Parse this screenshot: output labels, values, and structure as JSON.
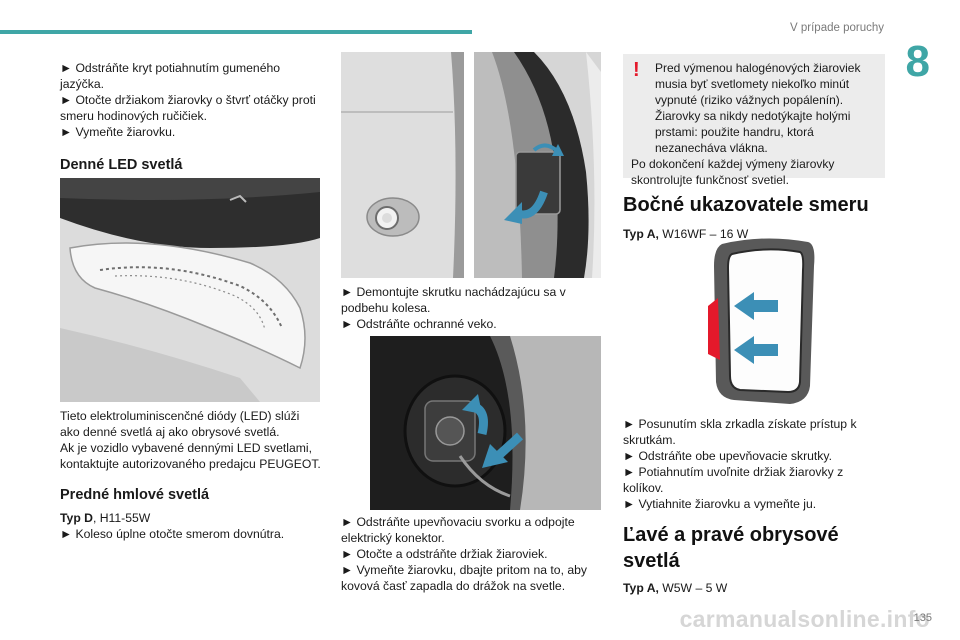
{
  "header": {
    "section_title": "V prípade poruchy",
    "chapter_number": "8",
    "page_number": "135",
    "watermark": "carmanualsonline.info"
  },
  "col1": {
    "intro": [
      "► Odstráňte kryt potiahnutím gumeného jazýčka.",
      "► Otočte držiakom žiarovky o štvrť otáčky proti smeru hodinových ručičiek.",
      "► Vymeňte žiarovku."
    ],
    "led_heading": "Denné LED svetlá",
    "led_text": [
      "Tieto elektroluminiscenčné diódy (LED) slúži ako denné svetlá aj ako obrysové svetlá.",
      "Ak je vozidlo vybavené dennými LED svetlami, kontaktujte autorizovaného predajcu PEUGEOT."
    ],
    "fog_heading": "Predné hmlové svetlá",
    "fog_type_label": "Typ D",
    "fog_type_value": ", H11-55W",
    "fog_step": "► Koleso úplne otočte smerom dovnútra."
  },
  "col2": {
    "steps_a": [
      "► Demontujte skrutku nachádzajúcu sa v podbehu kolesa.",
      "► Odstráňte ochranné veko."
    ],
    "steps_b": [
      "► Odstráňte upevňovaciu svorku a odpojte elektrický konektor.",
      "► Otočte a odstráňte držiak žiaroviek.",
      "► Vymeňte žiarovku, dbajte pritom na to, aby kovová časť zapadla do drážok na svetle."
    ]
  },
  "col3": {
    "warning_text": [
      "Pred výmenou halogénových žiaroviek musia byť svetlomety niekoľko minút vypnuté (riziko vážnych popálenín). Žiarovky sa nikdy nedotýkajte holými prstami: použite handru, ktorá nezanecháva vlákna.",
      "Po dokončení každej výmeny žiarovky skontrolujte funkčnosť svetiel."
    ],
    "warning_icon": "!",
    "side_heading": "Bočné ukazovatele smeru",
    "side_type_label": "Typ A,",
    "side_type_value": " W16WF – 16 W",
    "side_steps": [
      "► Posunutím skla zrkadla získate prístup k skrutkám.",
      "► Odstráňte obe upevňovacie skrutky.",
      "► Potiahnutím uvoľnite držiak žiarovky z kolíkov.",
      "► Vytiahnite žiarovku a vymeňte ju."
    ],
    "outline_heading": "Ľavé a pravé obrysové svetlá",
    "outline_type_label": "Typ A,",
    "outline_type_value": " W5W – 5 W"
  },
  "colors": {
    "accent": "#3fa6a6",
    "warning": "#e4192b",
    "arrow": "#3c8fb6"
  }
}
